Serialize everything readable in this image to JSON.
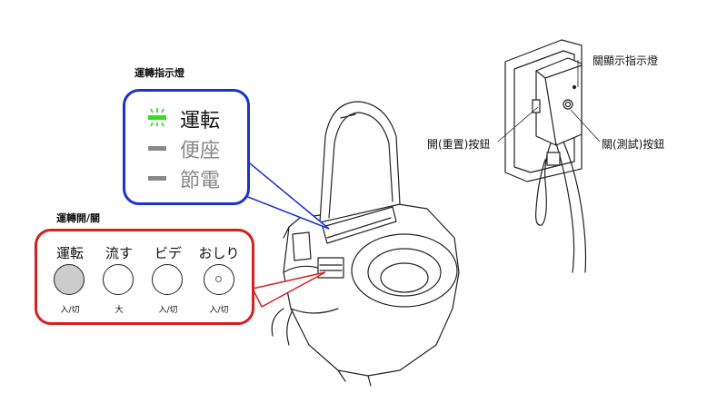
{
  "labels": {
    "indicator_title": "運轉指示燈",
    "operation_title": "運轉開/關",
    "close_indicator_light": "關顯示指示燈",
    "open_reset_button": "開(重置)按鈕",
    "close_test_button": "關(測試)按鈕"
  },
  "indicators": [
    {
      "label": "運転",
      "state": "on",
      "color": "#33dd22"
    },
    {
      "label": "便座",
      "state": "off",
      "color": "#888888"
    },
    {
      "label": "節電",
      "state": "off",
      "color": "#888888"
    }
  ],
  "buttons": [
    {
      "label": "運転",
      "sub": "入/切",
      "filled": true
    },
    {
      "label": "流す",
      "sub": "大",
      "filled": false
    },
    {
      "label": "ビデ",
      "sub": "入/切",
      "filled": false
    },
    {
      "label": "おしり",
      "sub": "入/切",
      "filled": false,
      "dot": true
    }
  ],
  "colors": {
    "indicator_box": "#1a33cc",
    "button_box": "#d42020",
    "line_art": "#222222"
  }
}
